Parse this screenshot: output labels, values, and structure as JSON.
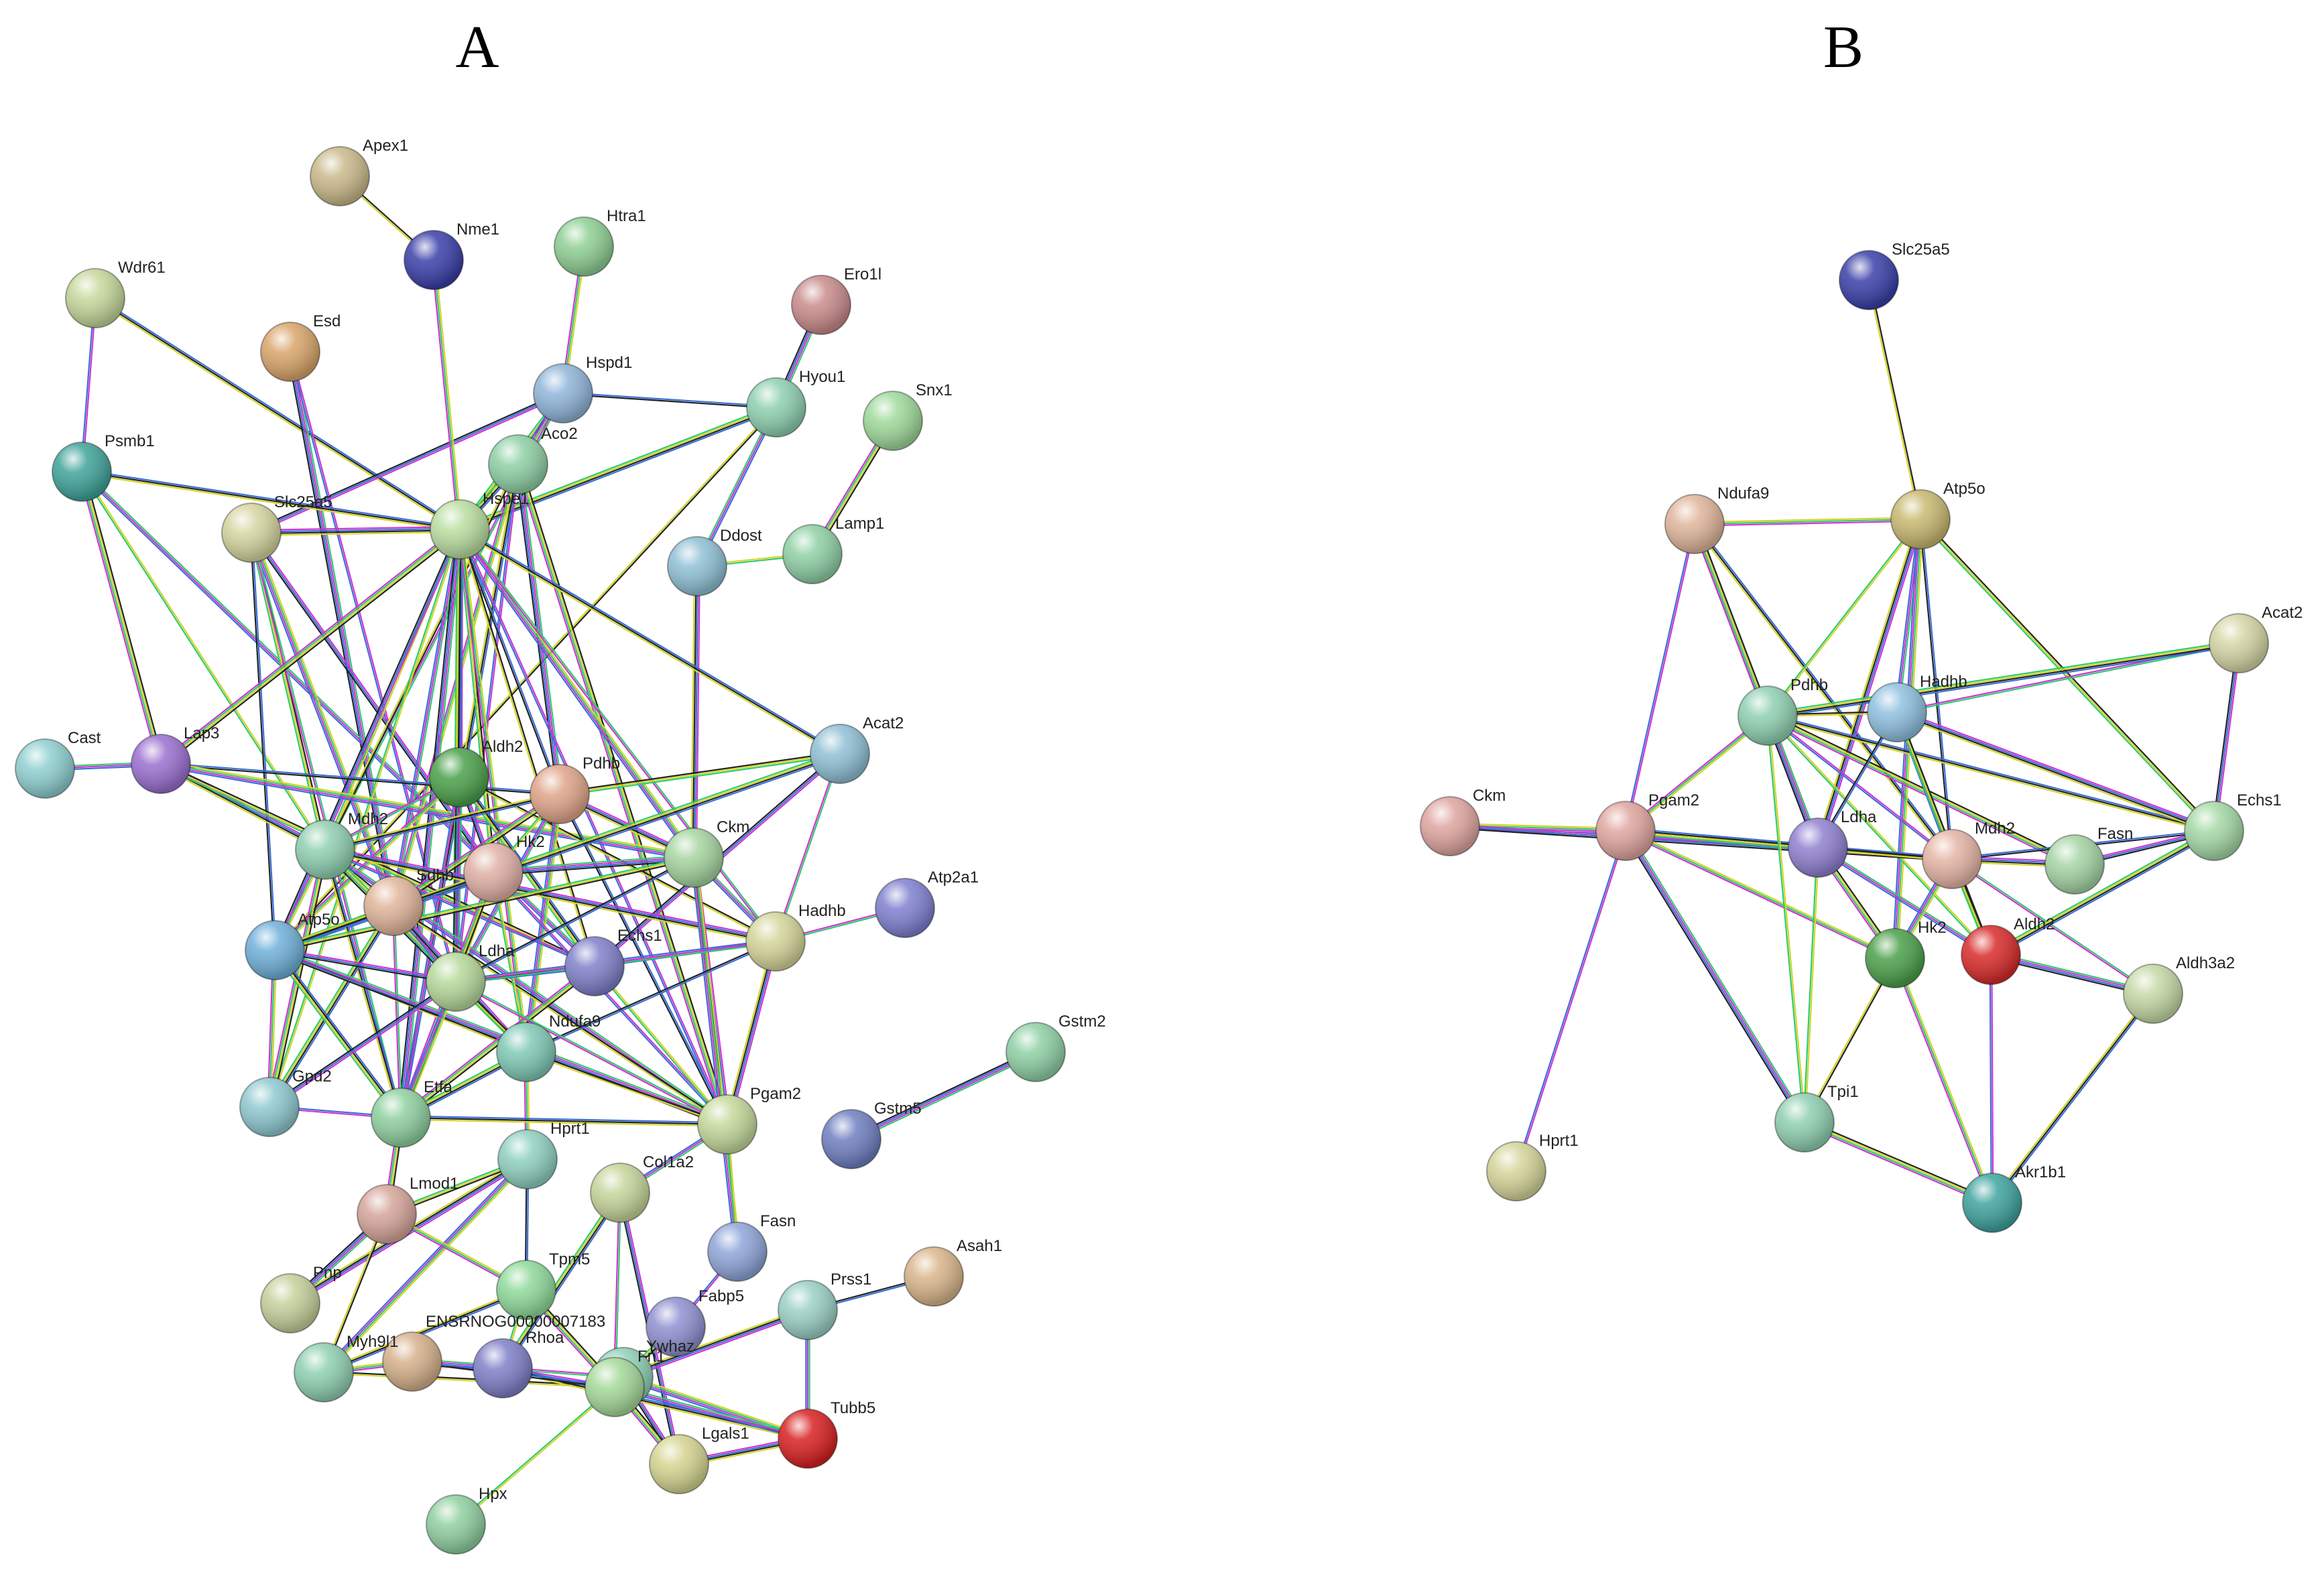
{
  "panels": [
    {
      "id": "A",
      "label": "A",
      "nodes": [
        {
          "id": "Apex1",
          "label": "Apex1",
          "color": "#c9b98a"
        },
        {
          "id": "Htra1",
          "label": "Htra1",
          "color": "#8fcf94"
        },
        {
          "id": "Nme1",
          "label": "Nme1",
          "color": "#3a3fa8"
        },
        {
          "id": "Ero1l",
          "label": "Ero1l",
          "color": "#c98a8a"
        },
        {
          "id": "Wdr61",
          "label": "Wdr61",
          "color": "#c5d79a"
        },
        {
          "id": "Esd",
          "label": "Esd",
          "color": "#d9a56a"
        },
        {
          "id": "Hspd1",
          "label": "Hspd1",
          "color": "#8fb5d9"
        },
        {
          "id": "Hyou1",
          "label": "Hyou1",
          "color": "#8fd0b0"
        },
        {
          "id": "Snx1",
          "label": "Snx1",
          "color": "#9fd99a"
        },
        {
          "id": "Psmb1",
          "label": "Psmb1",
          "color": "#3fa39a"
        },
        {
          "id": "Aco2",
          "label": "Aco2",
          "color": "#8fd0a5"
        },
        {
          "id": "Hspe1",
          "label": "Hspe1",
          "color": "#b9dea0"
        },
        {
          "id": "Slc25a5",
          "label": "Slc25a5",
          "color": "#d5d5a0"
        },
        {
          "id": "Lamp1",
          "label": "Lamp1",
          "color": "#8fd0a5"
        },
        {
          "id": "Ddost",
          "label": "Ddost",
          "color": "#8fc0d5"
        },
        {
          "id": "Cast",
          "label": "Cast",
          "color": "#8fcfd0"
        },
        {
          "id": "Lap3",
          "label": "Lap3",
          "color": "#9a6fd0"
        },
        {
          "id": "Aldh2",
          "label": "Aldh2",
          "color": "#4aa04a"
        },
        {
          "id": "Pdhb",
          "label": "Pdhb",
          "color": "#e0a58a"
        },
        {
          "id": "Acat2",
          "label": "Acat2",
          "color": "#8fc0d5"
        },
        {
          "id": "Mdh2",
          "label": "Mdh2",
          "color": "#8fd0b0"
        },
        {
          "id": "Hk2",
          "label": "Hk2",
          "color": "#e0b0a5"
        },
        {
          "id": "Sdhb",
          "label": "Sdhb",
          "color": "#e0b59a"
        },
        {
          "id": "Ckm",
          "label": "Ckm",
          "color": "#a5d5a0"
        },
        {
          "id": "Atp2a1",
          "label": "Atp2a1",
          "color": "#7f80d0"
        },
        {
          "id": "Atp5o",
          "label": "Atp5o",
          "color": "#6fb0d9"
        },
        {
          "id": "Echs1",
          "label": "Echs1",
          "color": "#7f80c9"
        },
        {
          "id": "Hadhb",
          "label": "Hadhb",
          "color": "#d5d59a"
        },
        {
          "id": "Ldha",
          "label": "Ldha",
          "color": "#b5d99a"
        },
        {
          "id": "Ndufa9",
          "label": "Ndufa9",
          "color": "#7fc9b5"
        },
        {
          "id": "Gstm2",
          "label": "Gstm2",
          "color": "#8fd0a5"
        },
        {
          "id": "Gpd2",
          "label": "Gpd2",
          "color": "#8fc9d0"
        },
        {
          "id": "Etfa",
          "label": "Etfa",
          "color": "#8fd0a0"
        },
        {
          "id": "Pgam2",
          "label": "Pgam2",
          "color": "#c5d99a"
        },
        {
          "id": "Gstm5",
          "label": "Gstm5",
          "color": "#6f7fc0"
        },
        {
          "id": "Hprt1",
          "label": "Hprt1",
          "color": "#8fd0c0"
        },
        {
          "id": "Col1a2",
          "label": "Col1a2",
          "color": "#c5d59a"
        },
        {
          "id": "Lmod1",
          "label": "Lmod1",
          "color": "#d5a59a"
        },
        {
          "id": "Fasn",
          "label": "Fasn",
          "color": "#8fa5d9"
        },
        {
          "id": "Asah1",
          "label": "Asah1",
          "color": "#d9b58a"
        },
        {
          "id": "Tpm5",
          "label": "Tpm5",
          "color": "#8fd99a"
        },
        {
          "id": "Pnp",
          "label": "Pnp",
          "color": "#c5d09a"
        },
        {
          "id": "Prss1",
          "label": "Prss1",
          "color": "#9ad0c5"
        },
        {
          "id": "Fabp5",
          "label": "Fabp5",
          "color": "#8f90d0"
        },
        {
          "id": "ENSRNOG",
          "label": "ENSRNOG00000007183",
          "color": "#d5b08a"
        },
        {
          "id": "Ywhaz",
          "label": "Ywhaz",
          "color": "#8fd0b5"
        },
        {
          "id": "Myh9l1",
          "label": "Myh9l1",
          "color": "#8fd0b0"
        },
        {
          "id": "Rhoa",
          "label": "Rhoa",
          "color": "#7f7fc9"
        },
        {
          "id": "Fn1",
          "label": "Fn1",
          "color": "#a5d99a"
        },
        {
          "id": "Lgals1",
          "label": "Lgals1",
          "color": "#d5d590"
        },
        {
          "id": "Tubb5",
          "label": "Tubb5",
          "color": "#d92020"
        },
        {
          "id": "Hpx",
          "label": "Hpx",
          "color": "#8fd0a0"
        }
      ],
      "edges": [
        [
          "Apex1",
          "Nme1"
        ],
        [
          "Htra1",
          "Hspd1"
        ],
        [
          "Ero1l",
          "Hyou1"
        ],
        [
          "Wdr61",
          "Psmb1"
        ],
        [
          "Wdr61",
          "Hspe1"
        ],
        [
          "Snx1",
          "Lamp1"
        ],
        [
          "Ddost",
          "Lamp1"
        ],
        [
          "Ddost",
          "Hyou1"
        ],
        [
          "Ddost",
          "Ckm"
        ],
        [
          "Hspd1",
          "Hyou1"
        ],
        [
          "Hspd1",
          "Hspe1"
        ],
        [
          "Hspd1",
          "Aco2"
        ],
        [
          "Hspd1",
          "Mdh2"
        ],
        [
          "Hspd1",
          "Slc25a5"
        ],
        [
          "Hyou1",
          "Hspe1"
        ],
        [
          "Hyou1",
          "Atp5o"
        ],
        [
          "Nme1",
          "Hspe1"
        ],
        [
          "Esd",
          "Sdhb"
        ],
        [
          "Esd",
          "Ldha"
        ],
        [
          "Psmb1",
          "Hspe1"
        ],
        [
          "Psmb1",
          "Lap3"
        ],
        [
          "Psmb1",
          "Mdh2"
        ],
        [
          "Psmb1",
          "Echs1"
        ],
        [
          "Slc25a5",
          "Hspe1"
        ],
        [
          "Slc25a5",
          "Atp5o"
        ],
        [
          "Slc25a5",
          "Mdh2"
        ],
        [
          "Slc25a5",
          "Sdhb"
        ],
        [
          "Slc25a5",
          "Etfa"
        ],
        [
          "Slc25a5",
          "Hk2"
        ],
        [
          "Aco2",
          "Hspe1"
        ],
        [
          "Aco2",
          "Mdh2"
        ],
        [
          "Aco2",
          "Sdhb"
        ],
        [
          "Aco2",
          "Pdhb"
        ],
        [
          "Aco2",
          "Ldha"
        ],
        [
          "Aco2",
          "Etfa"
        ],
        [
          "Aco2",
          "Pgam2"
        ],
        [
          "Hspe1",
          "Mdh2"
        ],
        [
          "Hspe1",
          "Sdhb"
        ],
        [
          "Hspe1",
          "Aldh2"
        ],
        [
          "Hspe1",
          "Pdhb"
        ],
        [
          "Hspe1",
          "Hk2"
        ],
        [
          "Hspe1",
          "Ckm"
        ],
        [
          "Hspe1",
          "Hadhb"
        ],
        [
          "Hspe1",
          "Atp5o"
        ],
        [
          "Hspe1",
          "Ldha"
        ],
        [
          "Hspe1",
          "Echs1"
        ],
        [
          "Hspe1",
          "Ndufa9"
        ],
        [
          "Hspe1",
          "Etfa"
        ],
        [
          "Hspe1",
          "Pgam2"
        ],
        [
          "Hspe1",
          "Acat2"
        ],
        [
          "Hspe1",
          "Lap3"
        ],
        [
          "Hspe1",
          "Gpd2"
        ],
        [
          "Cast",
          "Lap3"
        ],
        [
          "Lap3",
          "Mdh2"
        ],
        [
          "Lap3",
          "Pdhb"
        ],
        [
          "Lap3",
          "Echs1"
        ],
        [
          "Lap3",
          "Ckm"
        ],
        [
          "Aldh2",
          "Mdh2"
        ],
        [
          "Aldh2",
          "Hk2"
        ],
        [
          "Aldh2",
          "Echs1"
        ],
        [
          "Aldh2",
          "Hadhb"
        ],
        [
          "Aldh2",
          "Atp5o"
        ],
        [
          "Aldh2",
          "Ldha"
        ],
        [
          "Aldh2",
          "Etfa"
        ],
        [
          "Pdhb",
          "Mdh2"
        ],
        [
          "Pdhb",
          "Sdhb"
        ],
        [
          "Pdhb",
          "Hk2"
        ],
        [
          "Pdhb",
          "Ldha"
        ],
        [
          "Pdhb",
          "Ckm"
        ],
        [
          "Pdhb",
          "Pgam2"
        ],
        [
          "Pdhb",
          "Acat2"
        ],
        [
          "Pdhb",
          "Ndufa9"
        ],
        [
          "Acat2",
          "Hadhb"
        ],
        [
          "Acat2",
          "Echs1"
        ],
        [
          "Acat2",
          "Atp5o"
        ],
        [
          "Mdh2",
          "Sdhb"
        ],
        [
          "Mdh2",
          "Atp5o"
        ],
        [
          "Mdh2",
          "Ldha"
        ],
        [
          "Mdh2",
          "Echs1"
        ],
        [
          "Mdh2",
          "Etfa"
        ],
        [
          "Mdh2",
          "Gpd2"
        ],
        [
          "Mdh2",
          "Ndufa9"
        ],
        [
          "Mdh2",
          "Pgam2"
        ],
        [
          "Mdh2",
          "Hadhb"
        ],
        [
          "Sdhb",
          "Hk2"
        ],
        [
          "Sdhb",
          "Atp5o"
        ],
        [
          "Sdhb",
          "Ldha"
        ],
        [
          "Sdhb",
          "Etfa"
        ],
        [
          "Sdhb",
          "Ndufa9"
        ],
        [
          "Sdhb",
          "Gpd2"
        ],
        [
          "Sdhb",
          "Pgam2"
        ],
        [
          "Hk2",
          "Ldha"
        ],
        [
          "Hk2",
          "Ckm"
        ],
        [
          "Hk2",
          "Pgam2"
        ],
        [
          "Hk2",
          "Atp5o"
        ],
        [
          "Hk2",
          "Etfa"
        ],
        [
          "Hk2",
          "Ndufa9"
        ],
        [
          "Ckm",
          "Hadhb"
        ],
        [
          "Ckm",
          "Pgam2"
        ],
        [
          "Ckm",
          "Ldha"
        ],
        [
          "Ckm",
          "Atp5o"
        ],
        [
          "Ckm",
          "Fasn"
        ],
        [
          "Atp2a1",
          "Hadhb"
        ],
        [
          "Atp5o",
          "Ldha"
        ],
        [
          "Atp5o",
          "Etfa"
        ],
        [
          "Atp5o",
          "Ndufa9"
        ],
        [
          "Atp5o",
          "Gpd2"
        ],
        [
          "Atp5o",
          "Pgam2"
        ],
        [
          "Echs1",
          "Hadhb"
        ],
        [
          "Echs1",
          "Ldha"
        ],
        [
          "Echs1",
          "Etfa"
        ],
        [
          "Echs1",
          "Pgam2"
        ],
        [
          "Hadhb",
          "Ldha"
        ],
        [
          "Hadhb",
          "Pgam2"
        ],
        [
          "Hadhb",
          "Ndufa9"
        ],
        [
          "Ldha",
          "Ndufa9"
        ],
        [
          "Ldha",
          "Etfa"
        ],
        [
          "Ldha",
          "Pgam2"
        ],
        [
          "Ldha",
          "Gpd2"
        ],
        [
          "Ndufa9",
          "Etfa"
        ],
        [
          "Ndufa9",
          "Pgam2"
        ],
        [
          "Ndufa9",
          "Hprt1"
        ],
        [
          "Gstm2",
          "Gstm5"
        ],
        [
          "Etfa",
          "Gpd2"
        ],
        [
          "Etfa",
          "Pgam2"
        ],
        [
          "Etfa",
          "Lmod1"
        ],
        [
          "Pgam2",
          "Fasn"
        ],
        [
          "Pgam2",
          "Col1a2"
        ],
        [
          "Hprt1",
          "Pnp"
        ],
        [
          "Hprt1",
          "Tpm5"
        ],
        [
          "Hprt1",
          "Lmod1"
        ],
        [
          "Hprt1",
          "Myh9l1"
        ],
        [
          "Col1a2",
          "Fn1"
        ],
        [
          "Col1a2",
          "Lgals1"
        ],
        [
          "Col1a2",
          "Rhoa"
        ],
        [
          "Lmod1",
          "Myh9l1"
        ],
        [
          "Lmod1",
          "Tpm5"
        ],
        [
          "Lmod1",
          "Pnp"
        ],
        [
          "Fasn",
          "Fabp5"
        ],
        [
          "Tpm5",
          "Myh9l1"
        ],
        [
          "Tpm5",
          "Fn1"
        ],
        [
          "Tpm5",
          "Rhoa"
        ],
        [
          "Prss1",
          "Tubb5"
        ],
        [
          "Prss1",
          "Ywhaz"
        ],
        [
          "Asah1",
          "Prss1"
        ],
        [
          "Fabp5",
          "Ywhaz"
        ],
        [
          "Ywhaz",
          "Tubb5"
        ],
        [
          "Ywhaz",
          "Rhoa"
        ],
        [
          "Ywhaz",
          "Lgals1"
        ],
        [
          "Ywhaz",
          "Fn1"
        ],
        [
          "Myh9l1",
          "Fn1"
        ],
        [
          "Myh9l1",
          "ENSRNOG"
        ],
        [
          "ENSRNOG",
          "Rhoa"
        ],
        [
          "Rhoa",
          "Fn1"
        ],
        [
          "Rhoa",
          "Tubb5"
        ],
        [
          "Fn1",
          "Lgals1"
        ],
        [
          "Fn1",
          "Hpx"
        ],
        [
          "Fn1",
          "Tubb5"
        ],
        [
          "Lgals1",
          "Tubb5"
        ],
        [
          "ENSRNOG",
          "Fn1"
        ]
      ]
    },
    {
      "id": "B",
      "label": "B",
      "nodes": [
        {
          "id": "Slc25a5",
          "label": "Slc25a5",
          "color": "#3a3fa8"
        },
        {
          "id": "Ndufa9",
          "label": "Ndufa9",
          "color": "#dfb59a"
        },
        {
          "id": "Atp5o",
          "label": "Atp5o",
          "color": "#c9b970"
        },
        {
          "id": "Acat2",
          "label": "Acat2",
          "color": "#d5d5a5"
        },
        {
          "id": "Pdhb",
          "label": "Pdhb",
          "color": "#8fd0b0"
        },
        {
          "id": "Hadhb",
          "label": "Hadhb",
          "color": "#8fc0e0"
        },
        {
          "id": "Ckm",
          "label": "Ckm",
          "color": "#dfa5a0"
        },
        {
          "id": "Pgam2",
          "label": "Pgam2",
          "color": "#dfa5a0"
        },
        {
          "id": "Ldha",
          "label": "Ldha",
          "color": "#8f80d0"
        },
        {
          "id": "Mdh2",
          "label": "Mdh2",
          "color": "#e5b5a5"
        },
        {
          "id": "Fasn",
          "label": "Fasn",
          "color": "#a5d5a5"
        },
        {
          "id": "Echs1",
          "label": "Echs1",
          "color": "#a5d9a5"
        },
        {
          "id": "Hk2",
          "label": "Hk2",
          "color": "#4aa04a"
        },
        {
          "id": "Aldh2",
          "label": "Aldh2",
          "color": "#d92a2a"
        },
        {
          "id": "Aldh3a2",
          "label": "Aldh3a2",
          "color": "#c5d9a5"
        },
        {
          "id": "Hprt1",
          "label": "Hprt1",
          "color": "#d5d59a"
        },
        {
          "id": "Tpi1",
          "label": "Tpi1",
          "color": "#8fd0b0"
        },
        {
          "id": "Akr1b1",
          "label": "Akr1b1",
          "color": "#3fa3a0"
        }
      ],
      "edges": [
        [
          "Slc25a5",
          "Atp5o"
        ],
        [
          "Ndufa9",
          "Atp5o"
        ],
        [
          "Ndufa9",
          "Pdhb"
        ],
        [
          "Ndufa9",
          "Pgam2"
        ],
        [
          "Ndufa9",
          "Mdh2"
        ],
        [
          "Ndufa9",
          "Ldha"
        ],
        [
          "Atp5o",
          "Pdhb"
        ],
        [
          "Atp5o",
          "Hadhb"
        ],
        [
          "Atp5o",
          "Ldha"
        ],
        [
          "Atp5o",
          "Mdh2"
        ],
        [
          "Atp5o",
          "Echs1"
        ],
        [
          "Atp5o",
          "Hk2"
        ],
        [
          "Acat2",
          "Hadhb"
        ],
        [
          "Acat2",
          "Echs1"
        ],
        [
          "Acat2",
          "Pdhb"
        ],
        [
          "Pdhb",
          "Hadhb"
        ],
        [
          "Pdhb",
          "Pgam2"
        ],
        [
          "Pdhb",
          "Ldha"
        ],
        [
          "Pdhb",
          "Mdh2"
        ],
        [
          "Pdhb",
          "Echs1"
        ],
        [
          "Pdhb",
          "Fasn"
        ],
        [
          "Pdhb",
          "Aldh2"
        ],
        [
          "Hadhb",
          "Mdh2"
        ],
        [
          "Hadhb",
          "Echs1"
        ],
        [
          "Hadhb",
          "Ldha"
        ],
        [
          "Hadhb",
          "Aldh2"
        ],
        [
          "Ckm",
          "Pgam2"
        ],
        [
          "Ckm",
          "Ldha"
        ],
        [
          "Ckm",
          "Mdh2"
        ],
        [
          "Pgam2",
          "Ldha"
        ],
        [
          "Pgam2",
          "Mdh2"
        ],
        [
          "Pgam2",
          "Hk2"
        ],
        [
          "Pgam2",
          "Tpi1"
        ],
        [
          "Pgam2",
          "Hprt1"
        ],
        [
          "Ldha",
          "Mdh2"
        ],
        [
          "Ldha",
          "Hk2"
        ],
        [
          "Ldha",
          "Tpi1"
        ],
        [
          "Ldha",
          "Aldh2"
        ],
        [
          "Mdh2",
          "Fasn"
        ],
        [
          "Mdh2",
          "Echs1"
        ],
        [
          "Mdh2",
          "Aldh2"
        ],
        [
          "Mdh2",
          "Hk2"
        ],
        [
          "Mdh2",
          "Aldh3a2"
        ],
        [
          "Fasn",
          "Echs1"
        ],
        [
          "Echs1",
          "Aldh2"
        ],
        [
          "Hk2",
          "Tpi1"
        ],
        [
          "Hk2",
          "Akr1b1"
        ],
        [
          "Aldh2",
          "Aldh3a2"
        ],
        [
          "Aldh2",
          "Akr1b1"
        ],
        [
          "Aldh3a2",
          "Akr1b1"
        ],
        [
          "Tpi1",
          "Akr1b1"
        ],
        [
          "Pdhb",
          "Tpi1"
        ]
      ]
    }
  ]
}
